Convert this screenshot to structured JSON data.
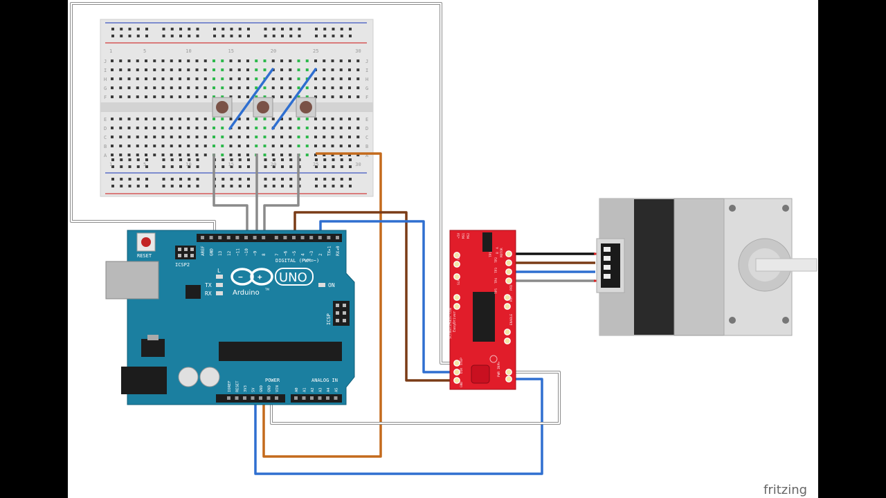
{
  "breadboard": {
    "column_numbers": [
      "1",
      "5",
      "10",
      "15",
      "20",
      "25",
      "30"
    ],
    "row_letters_top": [
      "J",
      "I",
      "H",
      "G",
      "F"
    ],
    "row_letters_bottom": [
      "E",
      "D",
      "C",
      "B",
      "A"
    ]
  },
  "arduino": {
    "reset_label": "RESET",
    "icsp2_label": "ICSP2",
    "icsp_label": "ICSP",
    "digital_label": "DIGITAL (PWM=~)",
    "logo_text": "Arduino",
    "tm": "TM",
    "model": "UNO",
    "led_l": "L",
    "led_tx": "TX",
    "led_rx": "RX",
    "on_label": "ON",
    "power_label": "POWER",
    "analog_label": "ANALOG IN",
    "digital_pins": [
      "AREF",
      "GND",
      "13",
      "12",
      "~11",
      "~10",
      "~9",
      "8",
      "7",
      "~6",
      "~5",
      "4",
      "~3",
      "2",
      "TX▸1",
      "RX◂0"
    ],
    "power_pins": [
      "IOREF",
      "RESET",
      "3V3",
      "5V",
      "GND",
      "GND",
      "VIN"
    ],
    "analog_pins": [
      "A0",
      "A1",
      "A2",
      "A3",
      "A4",
      "A5"
    ]
  },
  "driver": {
    "name": "EasyDriver",
    "site": "SchmalzHaus.com",
    "labels": [
      "+5V",
      "GND",
      "MS1",
      "MS2",
      "SLP",
      "ENABLE",
      "PFD",
      "RST",
      "STEP",
      "DIR",
      "GND",
      "M+",
      "PWR IN",
      "MOTOR",
      "A",
      "B",
      "TP1",
      "TP2",
      "TP3",
      "TP4",
      "TP5"
    ]
  },
  "watermark": "fritzing"
}
